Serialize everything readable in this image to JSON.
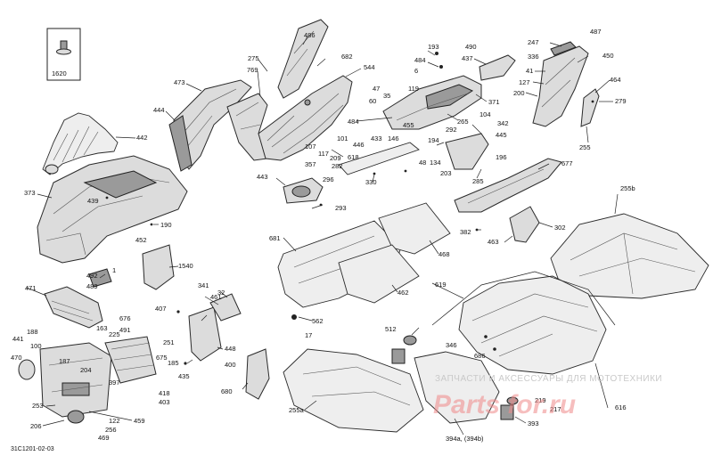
{
  "diagram": {
    "code": "31C1201-02-03",
    "inset_label": "1620",
    "watermark": {
      "line1": "ЗАПЧАСТИ И АКСЕССУАРЫ ДЛЯ МОТОТЕХНИКИ",
      "line2": "Parts for.ru"
    },
    "callouts": [
      {
        "id": "c486",
        "text": "486"
      },
      {
        "id": "c275",
        "text": "275"
      },
      {
        "id": "c769",
        "text": "769"
      },
      {
        "id": "c682",
        "text": "682"
      },
      {
        "id": "c544",
        "text": "544"
      },
      {
        "id": "c473",
        "text": "473"
      },
      {
        "id": "c444",
        "text": "444"
      },
      {
        "id": "c442",
        "text": "442"
      },
      {
        "id": "c373",
        "text": "373"
      },
      {
        "id": "c439",
        "text": "439"
      },
      {
        "id": "c190",
        "text": "190"
      },
      {
        "id": "c452",
        "text": "452"
      },
      {
        "id": "c193",
        "text": "193"
      },
      {
        "id": "c484a",
        "text": "484"
      },
      {
        "id": "c6",
        "text": "6"
      },
      {
        "id": "c490",
        "text": "490"
      },
      {
        "id": "c437",
        "text": "437"
      },
      {
        "id": "c247",
        "text": "247"
      },
      {
        "id": "c487",
        "text": "487"
      },
      {
        "id": "c336",
        "text": "336"
      },
      {
        "id": "c450",
        "text": "450"
      },
      {
        "id": "c41",
        "text": "41"
      },
      {
        "id": "c127",
        "text": "127"
      },
      {
        "id": "c200",
        "text": "200"
      },
      {
        "id": "c464",
        "text": "464"
      },
      {
        "id": "c279",
        "text": "279"
      },
      {
        "id": "c255",
        "text": "255"
      },
      {
        "id": "c47",
        "text": "47"
      },
      {
        "id": "c35",
        "text": "35"
      },
      {
        "id": "c119",
        "text": "119"
      },
      {
        "id": "c60",
        "text": "60"
      },
      {
        "id": "c371",
        "text": "371"
      },
      {
        "id": "c484b",
        "text": "484"
      },
      {
        "id": "c433",
        "text": "433"
      },
      {
        "id": "c146",
        "text": "146"
      },
      {
        "id": "c455",
        "text": "455"
      },
      {
        "id": "c265",
        "text": "265"
      },
      {
        "id": "c104",
        "text": "104"
      },
      {
        "id": "c342",
        "text": "342"
      },
      {
        "id": "c292",
        "text": "292"
      },
      {
        "id": "c445",
        "text": "445"
      },
      {
        "id": "c194",
        "text": "194"
      },
      {
        "id": "c48",
        "text": "48"
      },
      {
        "id": "c134",
        "text": "134"
      },
      {
        "id": "c203",
        "text": "203"
      },
      {
        "id": "c196",
        "text": "196"
      },
      {
        "id": "c677",
        "text": "677"
      },
      {
        "id": "c285",
        "text": "285"
      },
      {
        "id": "c107",
        "text": "107"
      },
      {
        "id": "c101",
        "text": "101"
      },
      {
        "id": "c446",
        "text": "446"
      },
      {
        "id": "c117",
        "text": "117"
      },
      {
        "id": "c618",
        "text": "618"
      },
      {
        "id": "c357",
        "text": "357"
      },
      {
        "id": "c209",
        "text": "209"
      },
      {
        "id": "c282",
        "text": "282"
      },
      {
        "id": "c443",
        "text": "443"
      },
      {
        "id": "c296",
        "text": "296"
      },
      {
        "id": "c330",
        "text": "330"
      },
      {
        "id": "c293",
        "text": "293"
      },
      {
        "id": "c255b",
        "text": "255b"
      },
      {
        "id": "c302",
        "text": "302"
      },
      {
        "id": "c382",
        "text": "382"
      },
      {
        "id": "c463",
        "text": "463"
      },
      {
        "id": "c681",
        "text": "681"
      },
      {
        "id": "c468",
        "text": "468"
      },
      {
        "id": "c462",
        "text": "462"
      },
      {
        "id": "c562",
        "text": "562"
      },
      {
        "id": "c17",
        "text": "17"
      },
      {
        "id": "c492",
        "text": "492"
      },
      {
        "id": "c1",
        "text": "1"
      },
      {
        "id": "c489",
        "text": "489"
      },
      {
        "id": "c1540",
        "text": "1540"
      },
      {
        "id": "c471",
        "text": "471"
      },
      {
        "id": "c163",
        "text": "163"
      },
      {
        "id": "c225",
        "text": "225"
      },
      {
        "id": "c341",
        "text": "341"
      },
      {
        "id": "c32",
        "text": "32"
      },
      {
        "id": "c461",
        "text": "461"
      },
      {
        "id": "c407",
        "text": "407"
      },
      {
        "id": "c676",
        "text": "676"
      },
      {
        "id": "c491",
        "text": "491"
      },
      {
        "id": "c251",
        "text": "251"
      },
      {
        "id": "c448",
        "text": "448"
      },
      {
        "id": "c441",
        "text": "441"
      },
      {
        "id": "c188",
        "text": "188"
      },
      {
        "id": "c100",
        "text": "100"
      },
      {
        "id": "c470",
        "text": "470"
      },
      {
        "id": "c187",
        "text": "187"
      },
      {
        "id": "c204",
        "text": "204"
      },
      {
        "id": "c185",
        "text": "185"
      },
      {
        "id": "c675",
        "text": "675"
      },
      {
        "id": "c435",
        "text": "435"
      },
      {
        "id": "c400",
        "text": "400"
      },
      {
        "id": "c397",
        "text": "397"
      },
      {
        "id": "c418",
        "text": "418"
      },
      {
        "id": "c403",
        "text": "403"
      },
      {
        "id": "c680",
        "text": "680"
      },
      {
        "id": "c253",
        "text": "253"
      },
      {
        "id": "c206",
        "text": "206"
      },
      {
        "id": "c122",
        "text": "122"
      },
      {
        "id": "c256",
        "text": "256"
      },
      {
        "id": "c459",
        "text": "459"
      },
      {
        "id": "c469",
        "text": "469"
      },
      {
        "id": "c619",
        "text": "619"
      },
      {
        "id": "c512",
        "text": "512"
      },
      {
        "id": "c346",
        "text": "346"
      },
      {
        "id": "c686",
        "text": "686"
      },
      {
        "id": "c255a",
        "text": "255a"
      },
      {
        "id": "c219",
        "text": "219"
      },
      {
        "id": "c217",
        "text": "217"
      },
      {
        "id": "c616",
        "text": "616"
      },
      {
        "id": "c393",
        "text": "393"
      },
      {
        "id": "c394",
        "text": "394a, (394b)"
      }
    ]
  }
}
